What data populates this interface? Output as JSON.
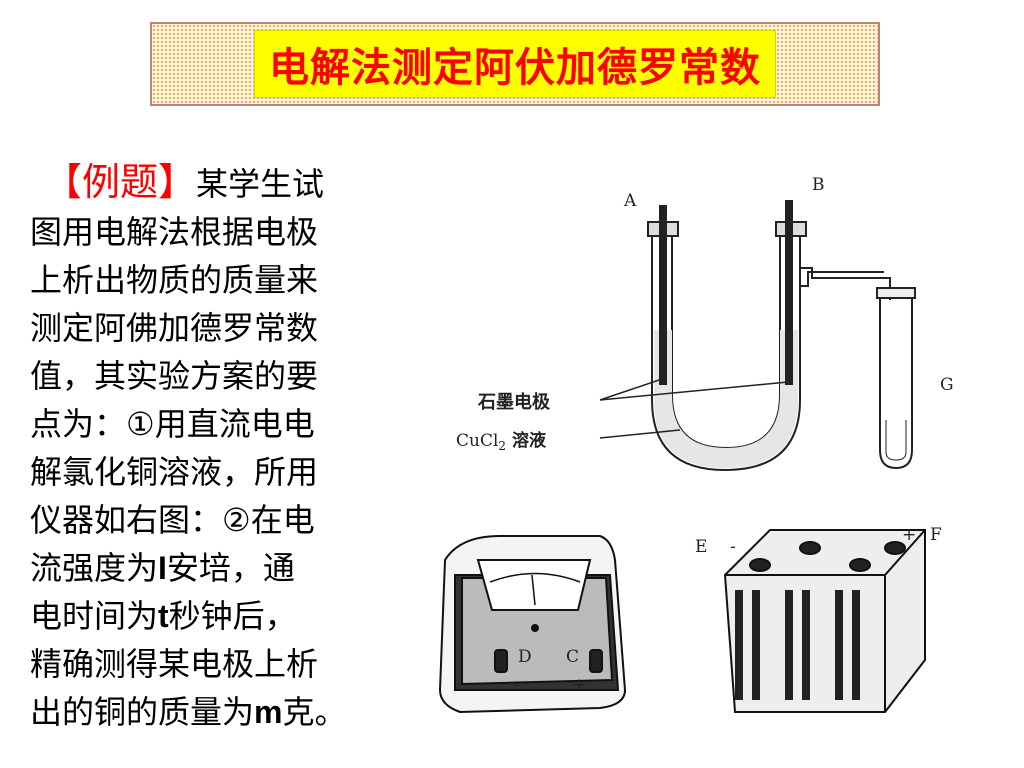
{
  "title": "电解法测定阿伏加德罗常数",
  "example_label": "【例题】",
  "text_lines": [
    "某学生试",
    "图用电解法根据电极",
    "上析出物质的质量来",
    "测定阿佛加德罗常数",
    "值，其实验方案的要",
    "点为：①用直流电电",
    "解氯化铜溶液，所用",
    "仪器如右图：②在电"
  ],
  "line9": {
    "before": "流强度为",
    "var": "I",
    "after": "安培，通"
  },
  "line10": {
    "before": "电时间为",
    "var": "t",
    "after": "秒钟后，"
  },
  "line11": "精确测得某电极上析",
  "line12": {
    "before": "出的铜的质量为",
    "var": "m",
    "after": "克。"
  },
  "diagram": {
    "label_a": "A",
    "label_b": "B",
    "label_g": "G",
    "electrode_label": "石墨电极",
    "solution_prefix": "CuCl",
    "solution_sub": "2",
    "solution_suffix": " 溶液",
    "meter_d": "D",
    "meter_c": "C",
    "meter_minus": "-",
    "meter_plus": "+",
    "label_e": "E",
    "label_f": "F",
    "battery_minus": "-",
    "battery_plus": "+"
  },
  "colors": {
    "title_text": "#ff0000",
    "title_bg": "#ffff00",
    "label": "#ff0000"
  }
}
